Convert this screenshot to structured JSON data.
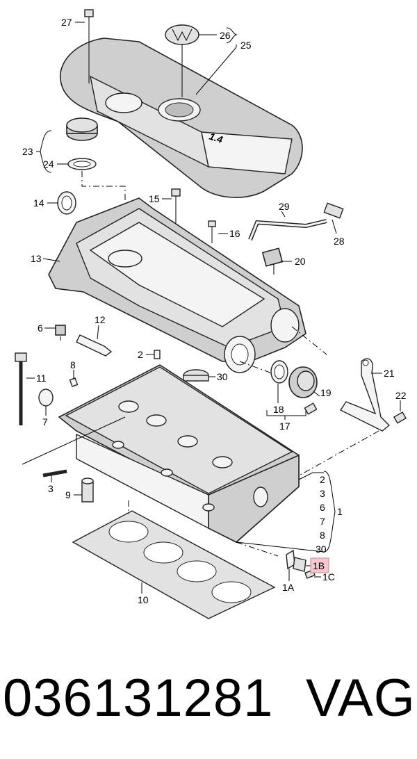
{
  "diagram": {
    "callouts": {
      "c27": "27",
      "c26": "26",
      "c25": "25",
      "c23": "23",
      "c24": "24",
      "c14": "14",
      "c15": "15",
      "c29": "29",
      "c16": "16",
      "c28": "28",
      "c13": "13",
      "c20": "20",
      "c6": "6",
      "c12": "12",
      "c2": "2",
      "c11": "11",
      "c8": "8",
      "c30": "30",
      "c21": "21",
      "c7": "7",
      "c19": "19",
      "c22": "22",
      "c18": "18",
      "c17": "17",
      "c3": "3",
      "c9": "9",
      "c1": "1",
      "c10": "10",
      "c1A": "1A",
      "c1B": "1B",
      "c1C": "1C"
    },
    "group_1_list": [
      "2",
      "3",
      "6",
      "7",
      "8",
      "30"
    ],
    "highlight_color": "#f4c9cd",
    "badge_text": "1.4"
  },
  "footer": {
    "part_number": "036131281",
    "brand": "VAG"
  }
}
